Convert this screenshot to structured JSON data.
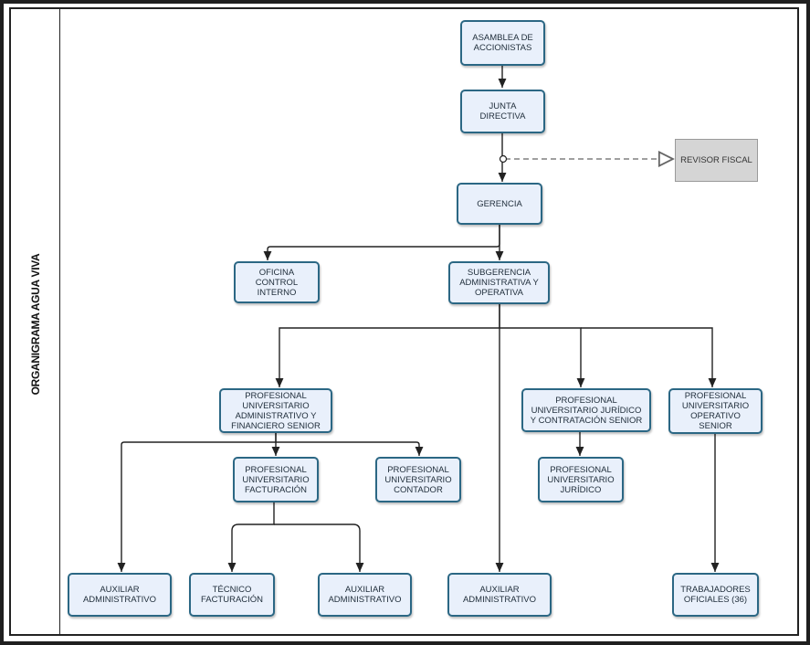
{
  "lane_title": "ORGANIGRAMA AGUA VIVA",
  "nodes": {
    "asamblea": "ASAMBLEA DE\nACCIONISTAS",
    "junta": "JUNTA\nDIRECTIVA",
    "revisor": "REVISOR FISCAL",
    "gerencia": "GERENCIA",
    "oficina": "OFICINA\nCONTROL\nINTERNO",
    "subgerencia": "SUBGERENCIA\nADMINISTRATIVA Y\nOPERATIVA",
    "prof_admin": "PROFESIONAL\nUNIVERSITARIO\nADMINISTRATIVO Y\nFINANCIERO SENIOR",
    "prof_juridico_senior": "PROFESIONAL\nUNIVERSITARIO JURÍDICO\nY CONTRATACIÓN SENIOR",
    "prof_operativo": "PROFESIONAL\nUNIVERSITARIO\nOPERATIVO\nSENIOR",
    "prof_facturacion": "PROFESIONAL\nUNIVERSITARIO\nFACTURACIÓN",
    "prof_contador": "PROFESIONAL\nUNIVERSITARIO\nCONTADOR",
    "prof_juridico": "PROFESIONAL\nUNIVERSITARIO\nJURÍDICO",
    "aux_admin_1": "AUXILIAR\nADMINISTRATIVO",
    "tecnico": "TÉCNICO\nFACTURACIÓN",
    "aux_admin_2": "AUXILIAR\nADMINISTRATIVO",
    "aux_admin_3": "AUXILIAR\nADMINISTRATIVO",
    "trabajadores": "TRABAJADORES\nOFICIALES (36)"
  },
  "colors": {
    "node_fill": "#e9f0fb",
    "node_border": "#2b6784",
    "advisor_fill": "#d5d5d5",
    "connector": "#222222",
    "dashed_connector": "#666666"
  }
}
